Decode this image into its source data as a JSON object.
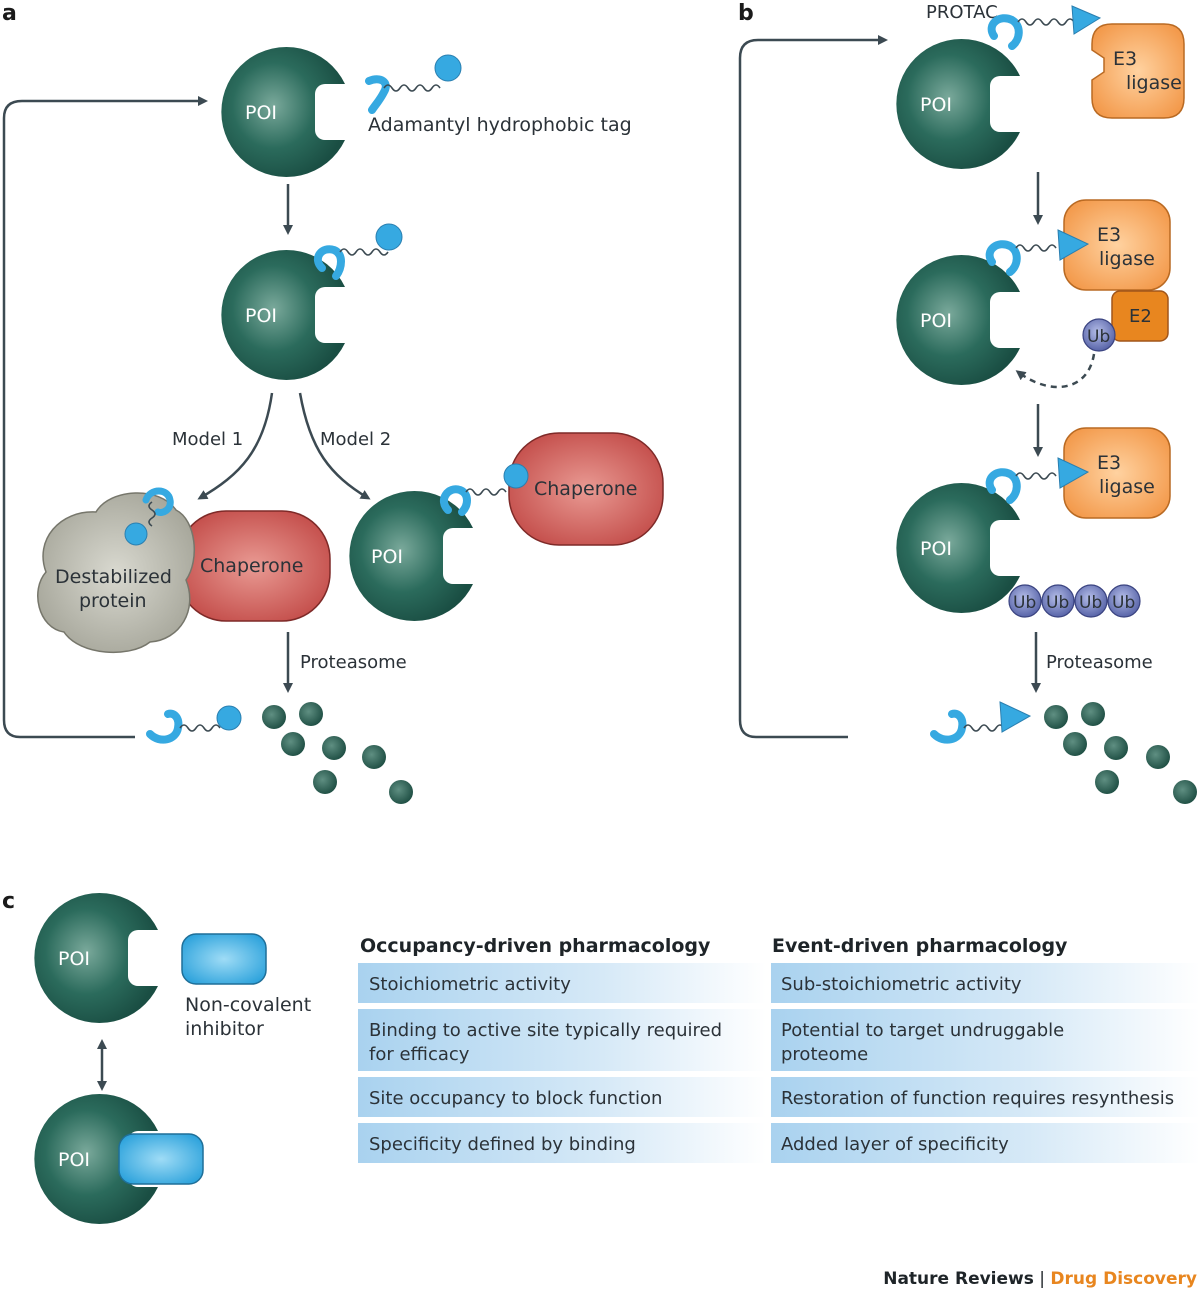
{
  "panels": {
    "a": {
      "letter": "a",
      "poi_label": "POI",
      "tag_label": "Adamantyl hydrophobic tag",
      "model1_label": "Model 1",
      "model2_label": "Model 2",
      "destabilized_label": [
        "Destabilized",
        "protein"
      ],
      "chaperone_label": "Chaperone",
      "proteasome_label": "Proteasome"
    },
    "b": {
      "letter": "b",
      "protac_label": "PROTAC",
      "poi_label": "POI",
      "e3_label": [
        "E3",
        "ligase"
      ],
      "e2_label": "E2",
      "ub_label": "Ub",
      "proteasome_label": "Proteasome"
    },
    "c": {
      "letter": "c",
      "poi_label": "POI",
      "inhibitor_label": [
        "Non-covalent",
        "inhibitor"
      ],
      "table": {
        "headers": [
          "Occupancy-driven pharmacology",
          "Event-driven pharmacology"
        ],
        "rows": [
          [
            [
              "Stoichiometric activity"
            ],
            [
              "Sub-stoichiometric activity"
            ]
          ],
          [
            [
              "Binding to active site typically required",
              "for efficacy"
            ],
            [
              "Potential to target undruggable",
              "proteome"
            ]
          ],
          [
            [
              "Site occupancy to block function"
            ],
            [
              "Restoration of function requires resynthesis"
            ]
          ],
          [
            [
              "Specificity defined by binding"
            ],
            [
              "Added layer of specificity"
            ]
          ]
        ]
      }
    }
  },
  "credit": {
    "journal": "Nature Reviews",
    "separator": " | ",
    "section": "Drug Discovery"
  },
  "colors": {
    "poi": "#1e5e50",
    "poi_highlight": "#6a9a8c",
    "tag_blue": "#36a9e1",
    "e3_orange": "#f4a460",
    "e2_orange": "#e8861f",
    "chaperone_red": "#c9514e",
    "destabilized_grey": "#a9a99e",
    "ub_purple": "#6672b8",
    "arrow": "#3c4a52",
    "credit_orange": "#e8861f"
  }
}
